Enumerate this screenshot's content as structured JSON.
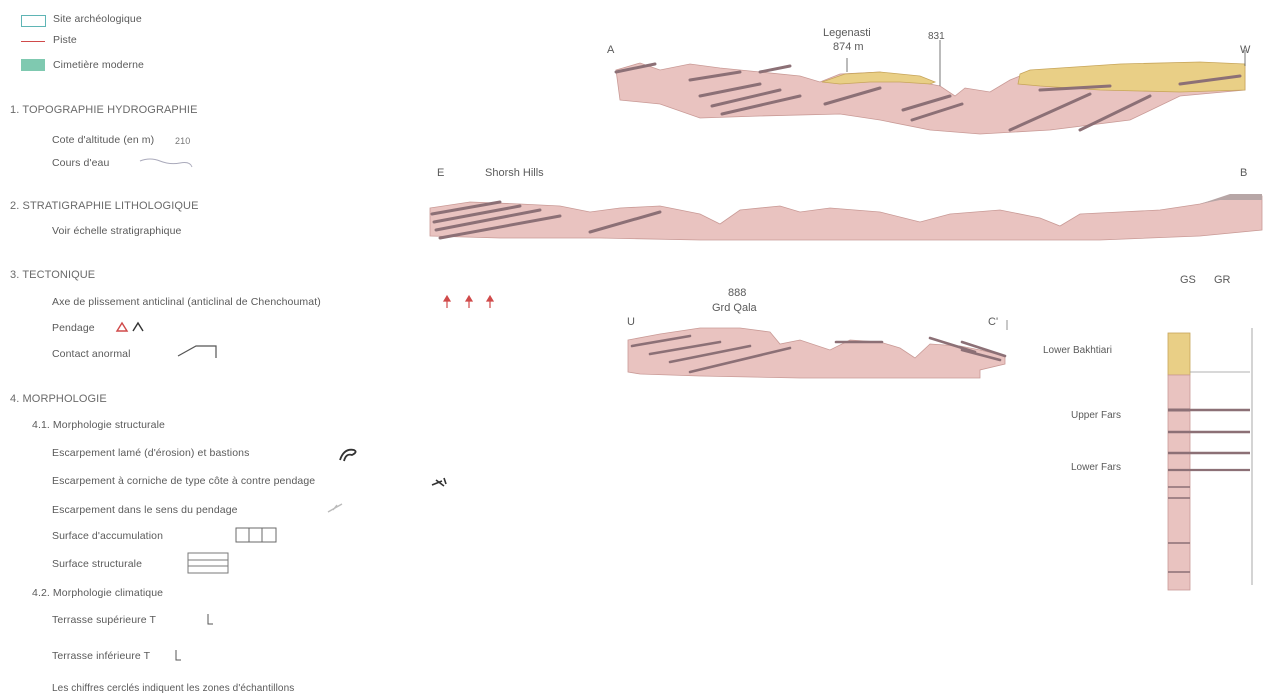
{
  "legend": {
    "site_label": "Site archéologique",
    "piste_label": "Piste",
    "cimetiere_label": "Cimetière moderne",
    "colors": {
      "site_border": "#5fb5b5",
      "piste": "#d04a4a",
      "cimetiere": "#7fc9b0"
    }
  },
  "sections": {
    "topo": {
      "heading": "1. TOPOGRAPHIE HYDROGRAPHIE",
      "cote": "Cote d'altitude (en m)",
      "cote_value": "210",
      "cours": "Cours d'eau"
    },
    "strat": {
      "heading": "2. STRATIGRAPHIE LITHOLOGIQUE",
      "echelle": "Voir échelle stratigraphique"
    },
    "tecto": {
      "heading": "3. TECTONIQUE",
      "axe": "Axe de plissement anticlinal (anticlinal de Chenchoumat)",
      "periclinal": "Pendage",
      "contact": "Contact anormal"
    },
    "morpho": {
      "heading": "4. MORPHOLOGIE",
      "sub1": "4.1. Morphologie structurale",
      "items": [
        "Escarpement lamé (d'érosion) et bastions",
        "Escarpement à corniche de type côte à contre pendage",
        "Escarpement dans le sens du pendage",
        "Surface d'accumulation",
        "Surface structurale"
      ],
      "sub2": "4.2. Morphologie climatique",
      "terrasse_sup": "Terrasse supérieure T",
      "terrasse_inf": "Terrasse inférieure T",
      "note": "Les chiffres cerclés indiquent les zones d'échantillons"
    }
  },
  "profiles": {
    "a": {
      "start": "A",
      "end": "W",
      "peak_name": "Legenasti",
      "peak_alt": "874 m",
      "mark": "831"
    },
    "b": {
      "start": "E",
      "place": "Shorsh Hills",
      "end": "B"
    },
    "c": {
      "start": "U",
      "peak_num": "888",
      "peak_name": "Grd Qala",
      "end": "C'"
    }
  },
  "column": {
    "head1": "GS",
    "head2": "GR",
    "units": [
      "Lower Bakhtiari",
      "Upper Fars",
      "Lower Fars"
    ]
  },
  "colors": {
    "rock": "#e9c3c0",
    "rock_edge": "#c99a96",
    "bed": "#8c7076",
    "yellow": "#e9cf86",
    "yellow_edge": "#c7a55a"
  }
}
